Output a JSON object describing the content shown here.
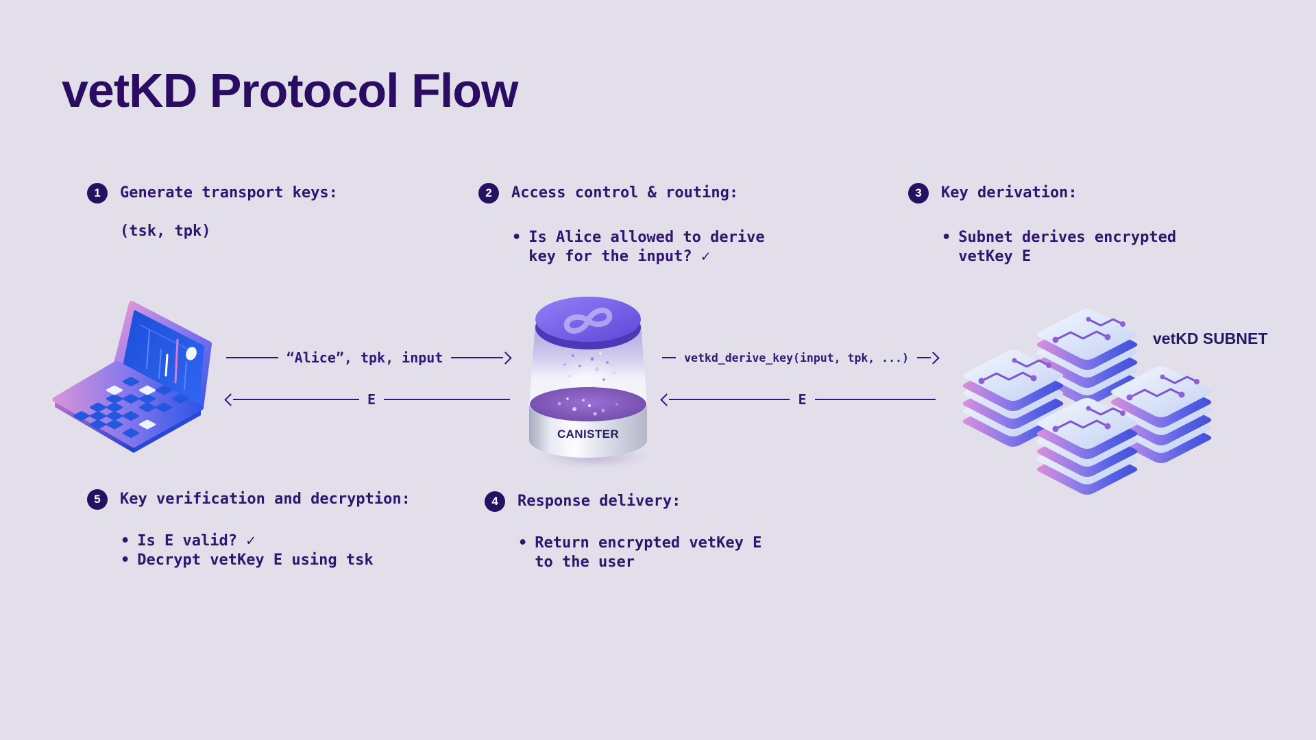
{
  "page": {
    "title": "vetKD Protocol Flow"
  },
  "ui": {
    "bullet_char": "•"
  },
  "steps": [
    {
      "number": "1",
      "title": "Generate transport keys:",
      "sub": "(tsk, tpk)",
      "bullets": []
    },
    {
      "number": "2",
      "title": "Access control & routing:",
      "bullets": [
        "Is Alice allowed to derive\nkey for the input? ✓"
      ]
    },
    {
      "number": "3",
      "title": "Key derivation:",
      "bullets": [
        "Subnet derives encrypted\nvetKey E"
      ]
    },
    {
      "number": "4",
      "title": "Response delivery:",
      "bullets": [
        "Return encrypted vetKey E\nto the user"
      ]
    },
    {
      "number": "5",
      "title": "Key verification and decryption:",
      "bullets": [
        "Is E valid?  ✓",
        "Decrypt vetKey E using tsk"
      ]
    }
  ],
  "arrows": {
    "user_to_canister": {
      "label": "“Alice”, tpk, input",
      "direction": "right"
    },
    "canister_to_user": {
      "label": "E",
      "direction": "left"
    },
    "canister_to_subnet": {
      "label": "vetkd_derive_key(input, tpk, ...)",
      "direction": "right"
    },
    "subnet_to_canister": {
      "label": "E",
      "direction": "left"
    }
  },
  "nodes": {
    "user": {
      "name": "User laptop"
    },
    "canister": {
      "label": "CANISTER"
    },
    "subnet": {
      "label": "vetKD SUBNET"
    }
  },
  "colors": {
    "background": "#E2DFEA",
    "heading": "#2A0D63",
    "text": "#2E156E",
    "badge": "#251061",
    "arrow": "#2E1A75"
  }
}
